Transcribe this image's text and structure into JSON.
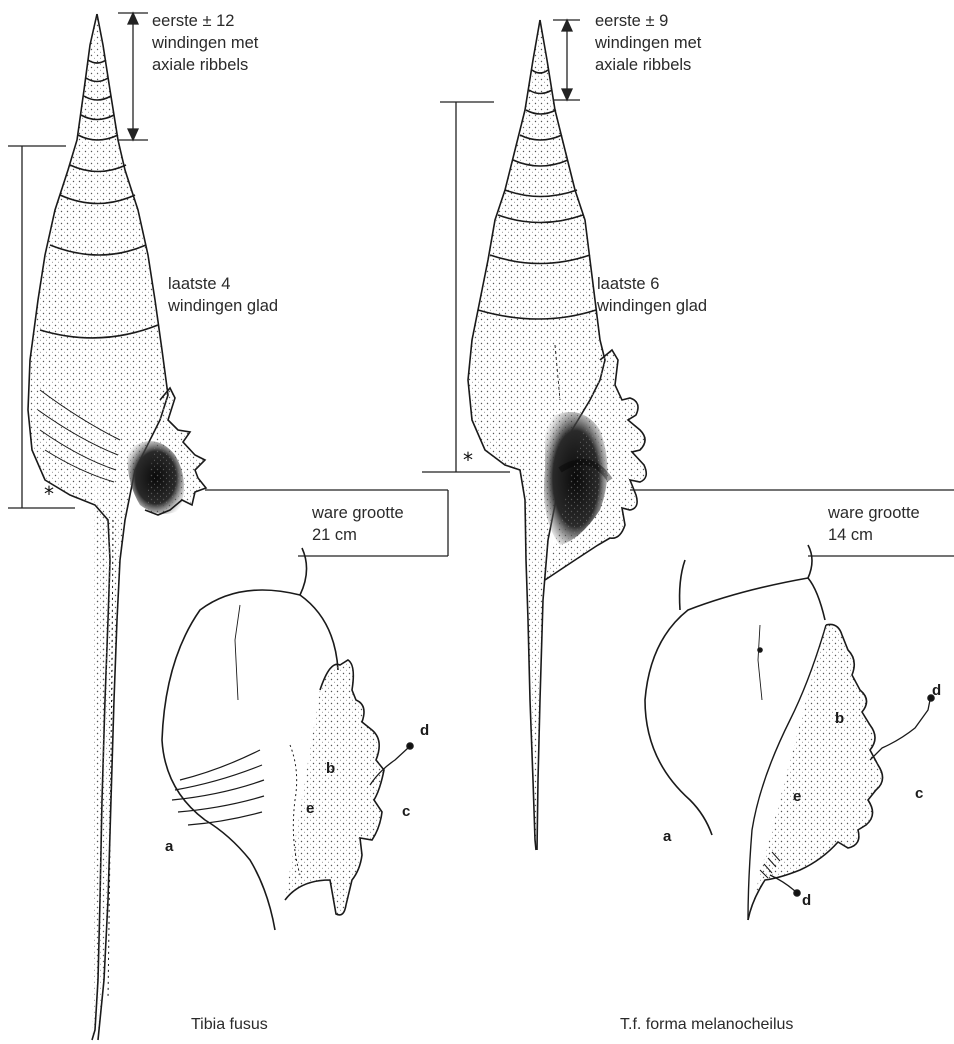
{
  "left": {
    "top_label": [
      "eerste ± 12",
      "windingen met",
      "axiale ribbels"
    ],
    "mid_label": [
      "laatste 4",
      "windingen glad"
    ],
    "size_label": [
      "ware grootte",
      "21 cm"
    ],
    "caption": "Tibia fusus",
    "detail_labels": {
      "a": "a",
      "b": "b",
      "c": "c",
      "d": "d",
      "e": "e"
    }
  },
  "right": {
    "top_label": [
      "eerste ± 9",
      "windingen met",
      "axiale ribbels"
    ],
    "mid_label": [
      "laatste 6",
      "windingen glad"
    ],
    "size_label": [
      "ware grootte",
      "14 cm"
    ],
    "caption": "T.f. forma melanocheilus",
    "detail_labels": {
      "a": "a",
      "b": "b",
      "c": "c",
      "d1": "d",
      "d2": "d",
      "e": "e"
    }
  },
  "marker": "*"
}
